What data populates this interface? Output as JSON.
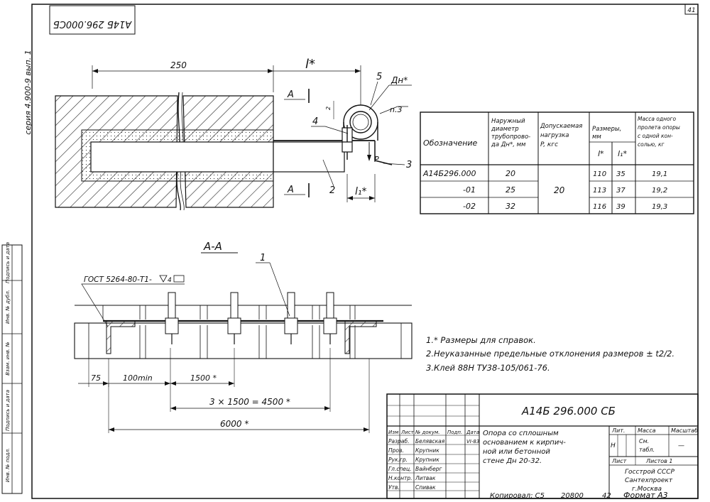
{
  "sheet": {
    "page_number": "41",
    "stamp_code": "А14Б 296.000СБ",
    "series": "серия 4.900-9 вып. 1",
    "left_strip": [
      "Инв. № подл.",
      "Подпись и дата",
      "Взам. инв. №",
      "Инв. № дубл.",
      "Подпись и дата"
    ]
  },
  "drawing": {
    "dim_250": "250",
    "dim_l": "l*",
    "dim_l1": "l₁*",
    "dim_dn": "Дн*",
    "dim_n3": "n.3",
    "dim_2": "2",
    "label_p": "P",
    "section_mark": "А",
    "section_title": "А-А",
    "callouts": [
      "1",
      "2",
      "3",
      "4",
      "5"
    ],
    "gost_note": "ГОСТ 5264-80-Т1-",
    "weld_leg": "4",
    "dim_75": "75",
    "dim_100min": "100min",
    "dim_1500": "1500 *",
    "dim_3x1500": "3 × 1500 = 4500 *",
    "dim_6000": "6000 *"
  },
  "spec_table": {
    "headers": {
      "designation": "Обозначение",
      "diameter": "Наружный диаметр трубопрово-да Дн*, мм",
      "load": "Допускаемая нагрузка P, кгс",
      "sizes": "Размеры, мм",
      "l": "l*",
      "l1": "l₁*",
      "mass": "Масса одного пролета опоры с одной кон-солью, кг"
    },
    "rows": [
      {
        "designation": "А14Б296.000",
        "diameter": "20",
        "l": "110",
        "l1": "35",
        "mass": "19,1"
      },
      {
        "designation": "-01",
        "diameter": "25",
        "l": "113",
        "l1": "37",
        "mass": "19,2"
      },
      {
        "designation": "-02",
        "diameter": "32",
        "l": "116",
        "l1": "39",
        "mass": "19,3"
      }
    ],
    "load_value": "20"
  },
  "notes": [
    "1.* Размеры для справок.",
    "2.Неуказанные предельные отклонения размеров ± t2/2.",
    "3.Клей 88Н ТУ38-105/061-76."
  ],
  "title_block": {
    "doc_code": "А14Б 296.000 СБ",
    "title": "Опора со сплошным основанием к кирпич-ной или бетонной стене Дн 20-32.",
    "col_headers": [
      "Изм",
      "Лист",
      "№ докум.",
      "Подп.",
      "Дата"
    ],
    "roles": [
      {
        "role": "Разраб.",
        "name": "Белявская",
        "date": "VI-83"
      },
      {
        "role": "Пров.",
        "name": "Крупник",
        "date": ""
      },
      {
        "role": "Рук.гр.",
        "name": "Крупник",
        "date": ""
      },
      {
        "role": "Гл.спец.",
        "name": "Вайнберг",
        "date": ""
      },
      {
        "role": "Н.контр.",
        "name": "Литвак",
        "date": ""
      },
      {
        "role": "Утв.",
        "name": "Спивак",
        "date": ""
      }
    ],
    "lit": "Лит.",
    "mass": "Масса",
    "scale": "Масштаб",
    "lit_value": "Н",
    "mass_value": "См. табл.",
    "scale_value": "—",
    "sheet_label": "Лист",
    "sheets_label": "Листов 1",
    "org": "Госстрой СССР Сантехпроект г.Москва"
  },
  "footer": {
    "copied": "Копировал: С5",
    "number": "20800",
    "num42": "42",
    "format": "Формат А3"
  }
}
